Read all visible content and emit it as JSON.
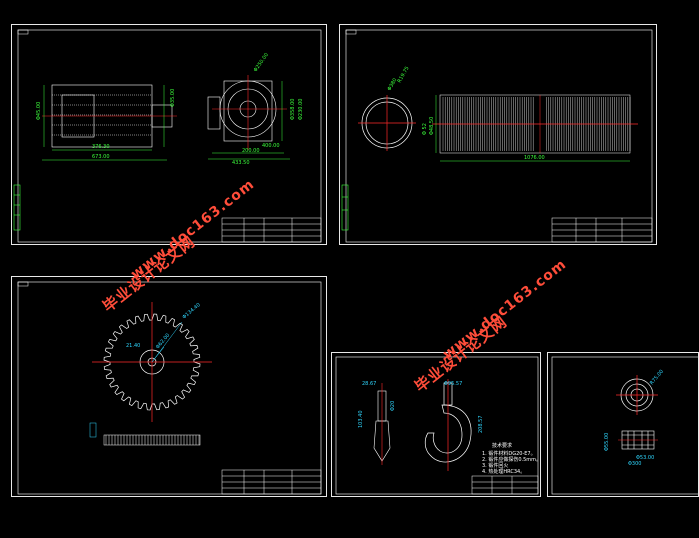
{
  "sheets": {
    "motor": {
      "dims": [
        "376.30",
        "673.00",
        "Φ45.00",
        "Φ250.00",
        "Φ358.00",
        "Φ230.00",
        "Φ35.00",
        "Φ35",
        "200.00",
        "433.50",
        "400.00"
      ]
    },
    "drum": {
      "dims": [
        "Φ380",
        "R19.75",
        "Φ48.50",
        "Φ 52",
        "1076.00"
      ]
    },
    "gear": {
      "dims": [
        "21.40",
        "Φ62.00",
        "Φ134.40"
      ]
    },
    "hook": {
      "dims": [
        "28.67",
        "Φ20",
        "Φ95.57",
        "103.40",
        "208.57"
      ],
      "notes_title": "技术要求",
      "notes": [
        "1. 锻件材料DG20-E7。",
        "2. 锻件应做探伤0.5mm。",
        "3. 锻件回火",
        "4. 热处理HRC34。"
      ]
    },
    "pulley": {
      "dims": [
        "R75.00",
        "Φ55.00",
        "Φ53.00",
        "Φ300"
      ]
    }
  },
  "watermarks": [
    {
      "text": "毕业设计论文网"
    },
    {
      "text": "www.doc163.com"
    },
    {
      "text": "毕业设计论文网"
    },
    {
      "text": "www.doc163.com"
    }
  ],
  "colors": {
    "background": "#000000",
    "frame": "#e8e8e8",
    "dim_green": "#3cff3c",
    "dim_cyan": "#2fd7ff",
    "center_red": "#ff2a2a",
    "watermark": "#ff4d3a"
  }
}
